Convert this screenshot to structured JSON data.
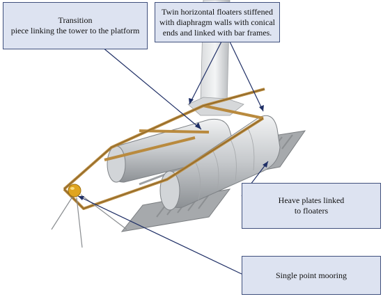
{
  "figure": {
    "callouts": {
      "transition": "Transition\npiece linking the tower to the platform",
      "floaters": "Twin horizontal floaters stiffened with diaphragm walls with conical ends and linked with bar frames.",
      "heave_plates": "Heave plates linked\nto floaters",
      "mooring": "Single point mooring"
    },
    "colors": {
      "callout_fill": "#dde3f1",
      "callout_border": "#3f4f7c",
      "leader_line": "#1f2f66",
      "floater_steel": "#c8cbce",
      "frame_wood": "#b98a3e",
      "mooring_buoy": "#e0a51f"
    }
  }
}
